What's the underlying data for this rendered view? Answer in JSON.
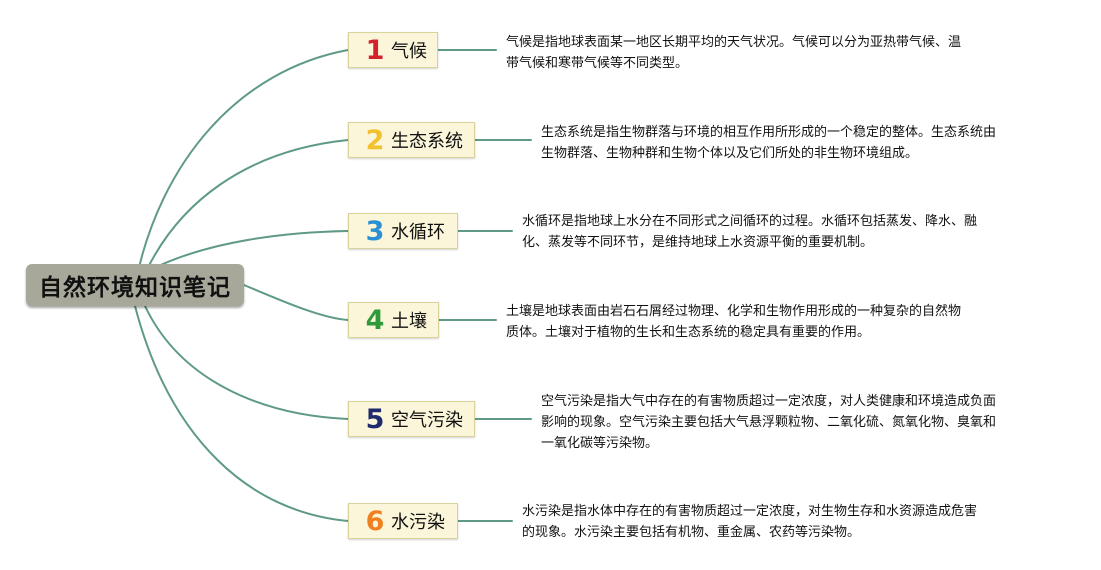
{
  "central_topic": "自然环境知识笔记",
  "colors": {
    "connector": "#5f9a85",
    "central_bg": "#a8a89a",
    "topic_bg": "#fbf6d9"
  },
  "topics": [
    {
      "number": "1",
      "number_color": "#d3222a",
      "label": "气候",
      "description": "气候是指地球表面某一地区长期平均的天气状况。气候可以分为亚热带气候、温\n带气候和寒带气候等不同类型。"
    },
    {
      "number": "2",
      "number_color": "#f2c12e",
      "label": "生态系统",
      "description": "生态系统是指生物群落与环境的相互作用所形成的一个稳定的整体。生态系统由\n生物群落、生物种群和生物个体以及它们所处的非生物环境组成。"
    },
    {
      "number": "3",
      "number_color": "#2b8fd4",
      "label": "水循环",
      "description": "水循环是指地球上水分在不同形式之间循环的过程。水循环包括蒸发、降水、融\n化、蒸发等不同环节，是维持地球上水资源平衡的重要机制。"
    },
    {
      "number": "4",
      "number_color": "#2f9a3c",
      "label": "土壤",
      "description": "土壤是地球表面由岩石石屑经过物理、化学和生物作用形成的一种复杂的自然物\n质体。土壤对于植物的生长和生态系统的稳定具有重要的作用。"
    },
    {
      "number": "5",
      "number_color": "#1f2a6e",
      "label": "空气污染",
      "description": "空气污染是指大气中存在的有害物质超过一定浓度，对人类健康和环境造成负面\n影响的现象。空气污染主要包括大气悬浮颗粒物、二氧化硫、氮氧化物、臭氧和\n一氧化碳等污染物。"
    },
    {
      "number": "6",
      "number_color": "#f07f1f",
      "label": "水污染",
      "description": "水污染是指水体中存在的有害物质超过一定浓度，对生物生存和水资源造成危害\n的现象。水污染主要包括有机物、重金属、农药等污染物。"
    }
  ]
}
